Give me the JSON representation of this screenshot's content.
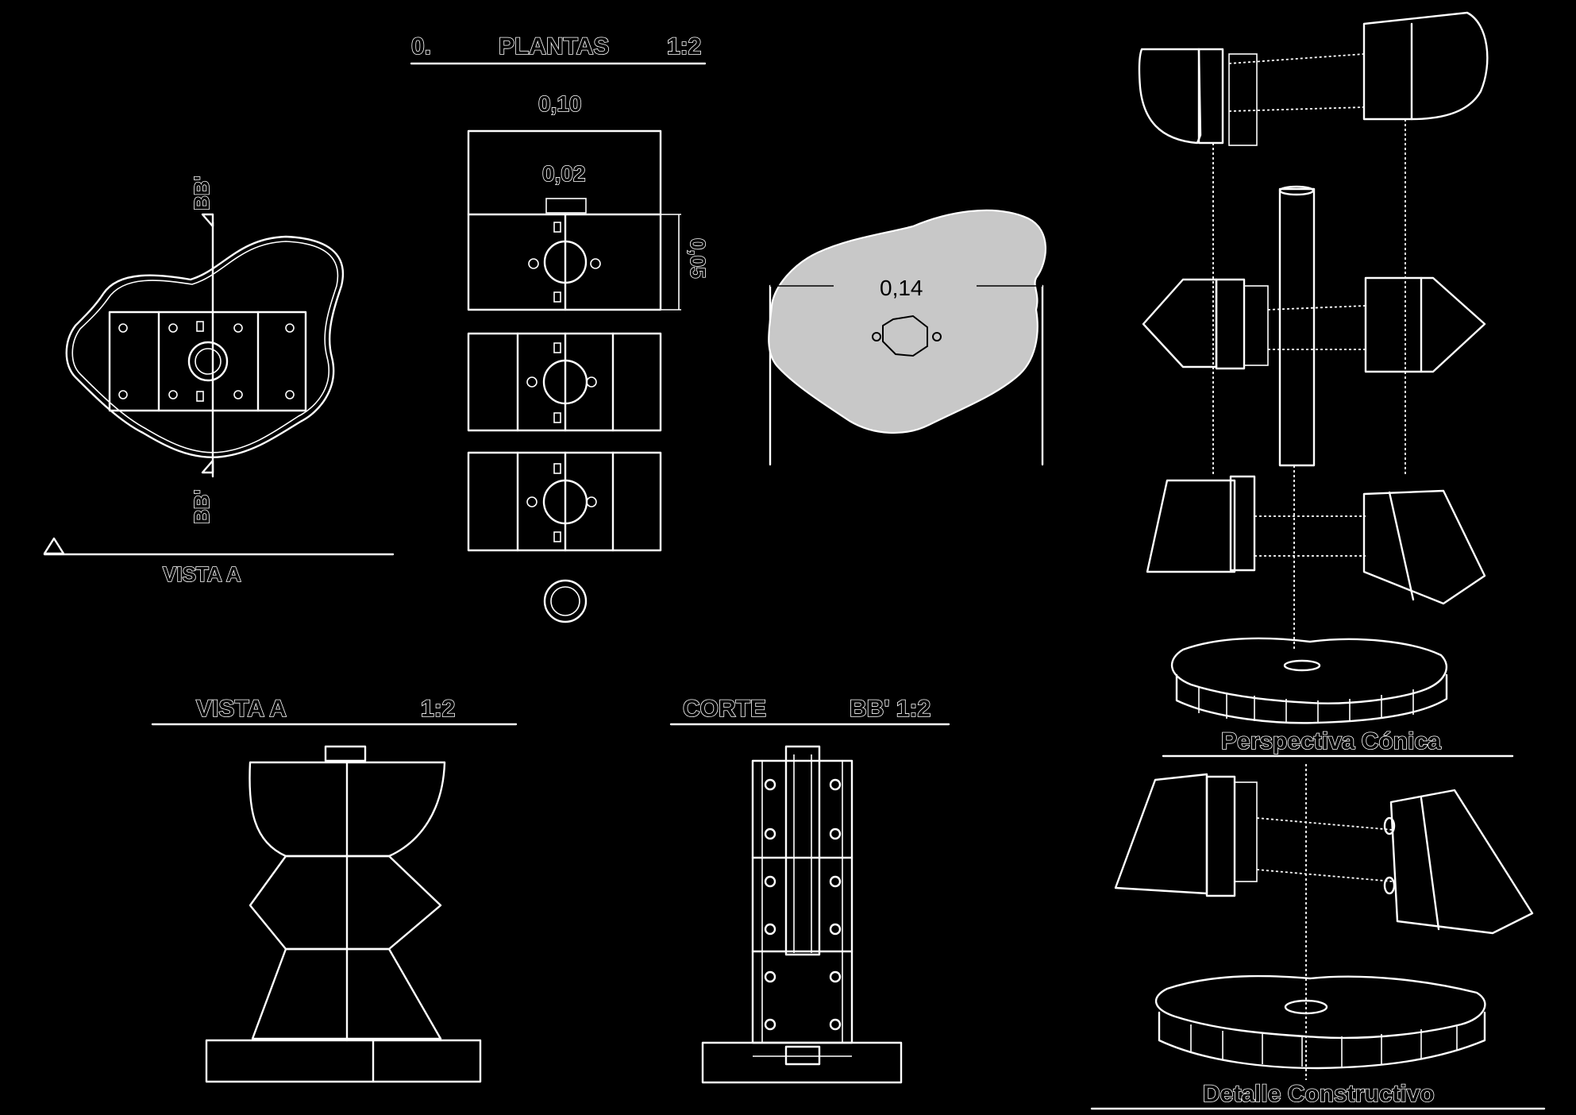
{
  "titles": {
    "plantas_index": "0.",
    "plantas": "PLANTAS",
    "plantas_scale": "1:2",
    "vista_a_small": "VISTA A",
    "vista_a": "VISTA  A",
    "vista_a_scale": "1:2",
    "corte": "CORTE",
    "corte_scale": "BB'  1:2",
    "perspectiva": "Perspectiva Cónica",
    "detalle": "Detalle Constructivo"
  },
  "section_marks": {
    "top": "BB'",
    "bottom": "BB'"
  },
  "dimensions": {
    "width_top": "0,10",
    "width_inner": "0,02",
    "height_side": "0,05",
    "base_width": "0,14"
  }
}
